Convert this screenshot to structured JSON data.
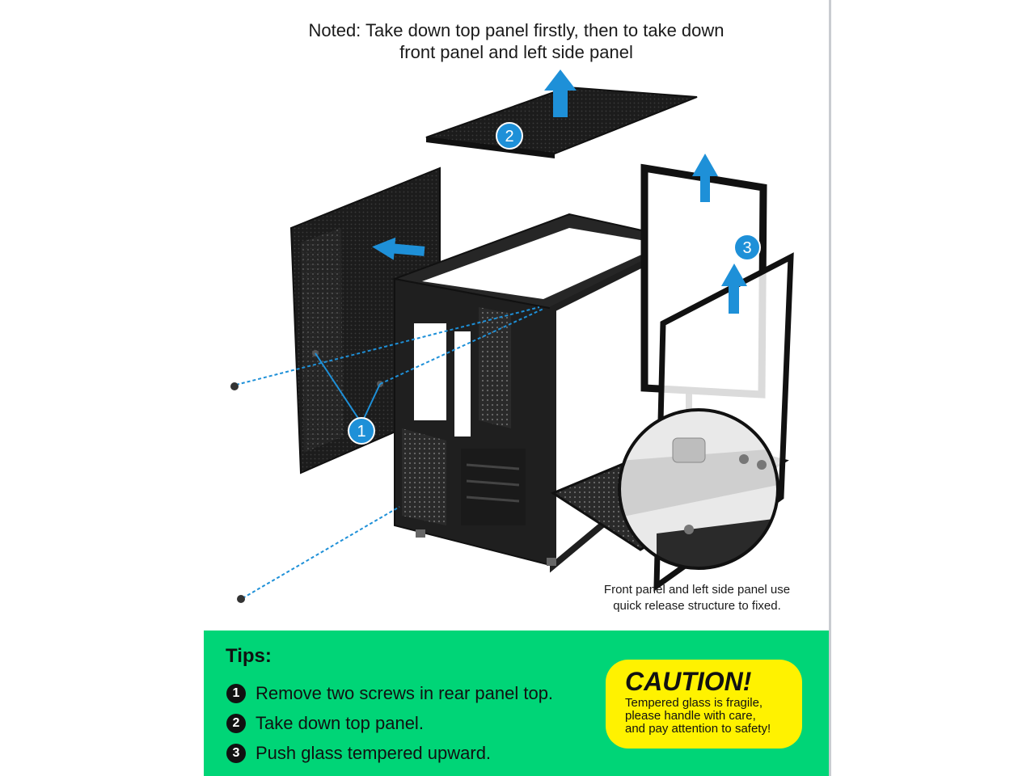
{
  "note": {
    "line1": "Noted: Take down top panel firstly, then to take down",
    "line2": "front panel and left side panel"
  },
  "markers": {
    "m1": "1",
    "m2": "2",
    "m3": "3"
  },
  "caption": {
    "line1": "Front panel and left side panel use",
    "line2": "quick release structure to fixed."
  },
  "tips": {
    "title": "Tips:",
    "items": [
      {
        "num": "1",
        "text": "Remove two screws in rear panel top."
      },
      {
        "num": "2",
        "text": "Take down top panel."
      },
      {
        "num": "3",
        "text": "Push glass tempered upward."
      }
    ]
  },
  "caution": {
    "title": "CAUTION!",
    "line1": "Tempered glass is fragile,",
    "line2": "please handle with care,",
    "line3": "and pay attention to safety!"
  },
  "colors": {
    "accent_blue": "#1e90d8",
    "panel_green": "#00d577",
    "caution_yellow": "#fff200",
    "chassis_black": "#1c1c1c"
  }
}
